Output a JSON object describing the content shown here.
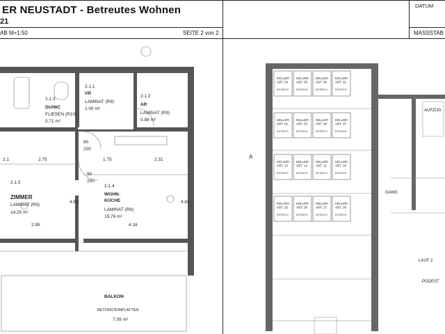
{
  "header": {
    "title": "ER NEUSTADT - Betreutes Wohnen",
    "subtitle": "21",
    "scale": "AB M=1:50",
    "page": "SEITE 2 von 2",
    "date_label": "DATUM",
    "scale_label_right": "MASSSTAB"
  },
  "plan": {
    "rooms": [
      {
        "id": "2.1.3",
        "name": "DU/WC",
        "floor": "FLIESEN (R10)",
        "area": "5.71 m²"
      },
      {
        "id": "2.1.1",
        "name": "VR",
        "floor": "LAMINAT (R9)",
        "area": "1.00 m²"
      },
      {
        "id": "2.1.2",
        "name": "AR",
        "floor": "LAMINAT (R9)",
        "area": "0.88 m²"
      },
      {
        "id": "2.1.5",
        "name": "ZIMMER",
        "floor": "LAMINAT (R9)",
        "area": "14.25 m²"
      },
      {
        "id": "2.1.4",
        "name": "WOHN-\nKÜCHE",
        "floor": "LAMINAT (R9)",
        "area": "19.76 m²"
      }
    ],
    "balcony": {
      "name": "BALKON",
      "floor": "BETONSTEINPLATTEN",
      "area": "7.09 m²"
    },
    "dims": [
      "2.75",
      "1.75",
      "2.31",
      "2.95",
      "4.18",
      "4.83",
      "4.83",
      "2.1",
      "90",
      "200",
      "80",
      "200"
    ]
  },
  "basement": {
    "cellars": [
      {
        "label": "KELLER-\nABT. 04",
        "note": "ESTRICH"
      },
      {
        "label": "KELLER-\nABT. 05",
        "note": "ESTRICH"
      },
      {
        "label": "KELLER-\nABT. 06",
        "note": "ESTRICH"
      },
      {
        "label": "KELLER-\nABT. 01",
        "note": "ESTRICH"
      },
      {
        "label": "KELLER-\nABT. 02",
        "note": "ESTRICH"
      },
      {
        "label": "KELLER-\nABT. 03",
        "note": "ESTRICH"
      },
      {
        "label": "KELLER-\nABT. 08",
        "note": "ESTRICH"
      },
      {
        "label": "KELLER-\nABT. 07",
        "note": "ESTRICH"
      },
      {
        "label": "KELLER-\nABT. 13",
        "note": "ESTRICH"
      },
      {
        "label": "KELLER-\nABT. 12",
        "note": "ESTRICH"
      },
      {
        "label": "KELLER-\nABT. 11",
        "note": "ESTRICH"
      },
      {
        "label": "KELLER-\nABT. 10",
        "note": "ESTRICH"
      },
      {
        "label": "KELLER-\nABT. 25",
        "note": "ESTRICH"
      },
      {
        "label": "KELLER-\nABT. 26",
        "note": "ESTRICH"
      },
      {
        "label": "KELLER-\nABT. 27",
        "note": "ESTRICH"
      },
      {
        "label": "KELLER-\nABT. 28",
        "note": "ESTRICH"
      }
    ],
    "labels": {
      "section_a": "A",
      "lift": "AUFZUG",
      "gang": "GANG",
      "lauf": "LAUF 2",
      "podest": "PODEST"
    }
  }
}
